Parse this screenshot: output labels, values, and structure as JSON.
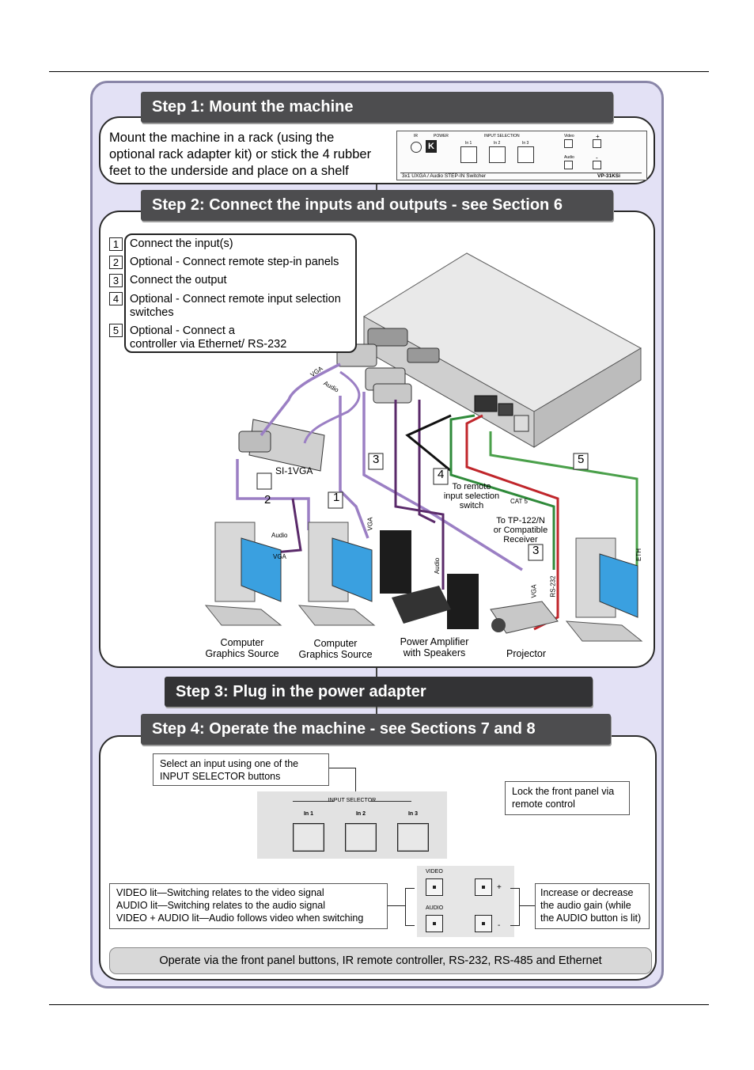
{
  "step1": {
    "title": "Step 1: Mount the machine",
    "body_lines": [
      "Mount the machine in a rack (using the",
      "optional rack adapter kit) or stick the 4 rubber",
      "feet to the underside and place on a shelf"
    ],
    "device": {
      "ir": "IR",
      "power": "POWER",
      "input_selection": "INPUT SELECTION",
      "in1": "In 1",
      "in2": "In 2",
      "in3": "In 3",
      "video": "Video",
      "audio": "Audio",
      "plus": "+",
      "minus": "-",
      "description": "3x1 UXGA / Audio STEP-IN Switcher",
      "model": "VP-31KSi"
    }
  },
  "step2": {
    "title": "Step 2: Connect the inputs and outputs - see Section 6",
    "list": [
      {
        "num": "1",
        "text": "Connect the input(s)"
      },
      {
        "num": "2",
        "text": "Optional - Connect remote step-in panels"
      },
      {
        "num": "3",
        "text": "Connect the output"
      },
      {
        "num": "4",
        "text": "Optional - Connect remote input selection",
        "text2": "switches"
      },
      {
        "num": "5",
        "text": "Optional - Connect a",
        "text2": "controller via Ethernet/ RS-232"
      }
    ],
    "diagram_labels": {
      "vga_a": "VGA",
      "audio_a": "Audio",
      "si_panel": "SI-1VGA",
      "remote_switch": "To remote\ninput selection\nswitch",
      "cat5": "CAT 5",
      "receiver": "To TP-122/N\nor Compatible\nReceiver",
      "audio_b": "Audio",
      "vga_b": "VGA",
      "audio_c": "Audio",
      "vga_c": "VGA",
      "vga_d": "VGA",
      "rs232": "RS-232",
      "eth": "ETH",
      "n1": "1",
      "n2": "2",
      "n3": "3",
      "n3b": "3",
      "n4": "4",
      "n5": "5"
    },
    "captions": {
      "pc1_a": "Computer",
      "pc1_b": "Graphics Source",
      "pc2_a": "Computer",
      "pc2_b": "Graphics Source",
      "amp_a": "Power Amplifier",
      "amp_b": "with Speakers",
      "projector": "Projector"
    }
  },
  "step3": {
    "title": "Step 3: Plug in the power adapter"
  },
  "step4": {
    "title": "Step 4: Operate the machine - see Sections 7 and 8",
    "select_note_1": "Select an input using one of the",
    "select_note_2": "INPUT SELECTOR buttons",
    "lock_note_1": "Lock the front panel via",
    "lock_note_2": "remote control",
    "selector_title": "INPUT SELECTOR",
    "selector_in1": "In 1",
    "selector_in2": "In 2",
    "selector_in3": "In 3",
    "va_video": "VIDEO",
    "va_audio": "AUDIO",
    "va_plus": "+",
    "va_minus": "-",
    "video_note_1": "VIDEO lit—Switching relates to the video signal",
    "video_note_2": "AUDIO lit—Switching relates to the audio signal",
    "video_note_3": "VIDEO + AUDIO lit—Audio follows video when switching",
    "gain_note_1": "Increase or decrease",
    "gain_note_2": "the audio gain (while",
    "gain_note_3": "the AUDIO button is lit)",
    "bottom": "Operate via the front panel buttons, IR remote controller, RS-232, RS-485 and Ethernet"
  },
  "colors": {
    "frame_bg": "#e3e1f5",
    "step_bar": "#4d4d4f",
    "vga_cable": "#9b7fc4",
    "audio_cable": "#5a2a6a",
    "remote_cable": "#111111",
    "cat5_cable": "#2f8a3a",
    "rs232_cable": "#c0262b",
    "eth_cable": "#4aa04a"
  }
}
